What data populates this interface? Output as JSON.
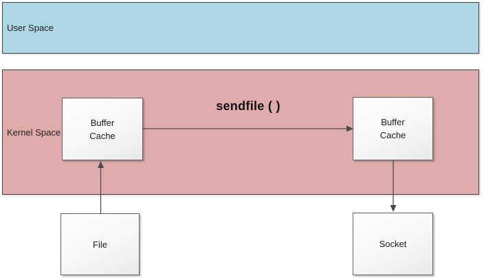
{
  "bands": {
    "user_space": {
      "label": "User Space",
      "fill": "#add7e4"
    },
    "kernel_space": {
      "label": "Kernel Space",
      "fill": "#dfabab"
    }
  },
  "nodes": {
    "buffer_cache_left": {
      "label": "Buffer\nCache"
    },
    "buffer_cache_right": {
      "label": "Buffer\nCache"
    },
    "file": {
      "label": "File"
    },
    "socket": {
      "label": "Socket"
    }
  },
  "annotations": {
    "sendfile_call": "sendfile ( )"
  },
  "arrows": [
    {
      "name": "sendfile-arrow",
      "from": "buffer_cache_left",
      "to": "buffer_cache_right",
      "direction": "right"
    },
    {
      "name": "file-to-buffer-cache-arrow",
      "from": "file",
      "to": "buffer_cache_left",
      "direction": "up"
    },
    {
      "name": "buffer-cache-to-socket-arrow",
      "from": "buffer_cache_right",
      "to": "socket",
      "direction": "down"
    }
  ],
  "colors": {
    "user_space_fill": "#add7e4",
    "kernel_space_fill": "#dfabab",
    "band_border": "#404040",
    "node_border": "#606060",
    "arrow": "#4a4a4a",
    "text": "#1c1c1c"
  }
}
